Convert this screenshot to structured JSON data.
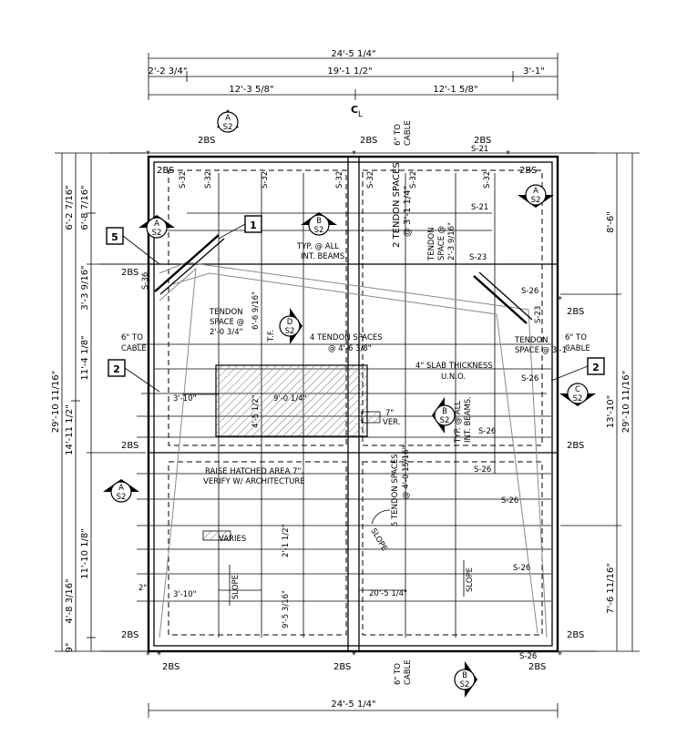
{
  "dimensions": {
    "top_overall": "24'-5 1/4\"",
    "top_left": "2'-2 3/4\"",
    "top_middle": "19'-1 1/2\"",
    "top_right": "3'-1\"",
    "top_half_left": "12'-3 5/8\"",
    "top_half_right": "12'-1 5/8\"",
    "bottom_overall": "24'-5 1/4\"",
    "left_overall": "29'-10 11/16\"",
    "left_upper": "14'-11 1/2\"",
    "left_a": "6'-2 7/16\"",
    "left_b": "6'-8 7/16\"",
    "left_c": "3'-3 9/16\"",
    "left_d": "11'-4 1/8\"",
    "left_e": "11'-10 1/8\"",
    "left_f": "4'-8 3/16\"",
    "left_g": "9\"",
    "right_overall": "29'-10 11/16\"",
    "right_a": "8'-6\"",
    "right_b": "13'-10\"",
    "right_c": "7'-6 11/16\""
  },
  "labels": {
    "bs": "2BS",
    "centerline": "C",
    "centerline_sub": "L",
    "tendon_2": "2 TENDON SPACES",
    "tendon_2_sub": "@ 3'-1 1/4\"",
    "tendon_space_a": "TENDON",
    "tendon_space_a2": "SPACE @",
    "tendon_space_a3": "2'-3 9/16\"",
    "tendon_space_b": "TENDON",
    "tendon_space_b2": "SPACE @",
    "tendon_space_b3": "2'-0 3/4\"",
    "tendon_space_c": "TENDON",
    "tendon_space_c2": "SPACE @ 3'-1\"",
    "tendon_4": "4 TENDON SPACES",
    "tendon_4_sub": "@ 4'-6 3/8\"",
    "tendon_5": "5 TENDON SPACES",
    "tendon_5_sub": "@ 4'-0 15/16\"",
    "typ_all": "TYP. @ ALL",
    "int_beams": "INT. BEAMS.",
    "slab": "4\" SLAB THICKNESS",
    "uno": "U.N.O.",
    "raise_1": "RAISE HATCHED AREA 7\".",
    "raise_2": "VERIFY W/ ARCHITECTURE",
    "to_cable": "6\" TO",
    "cable": "CABLE",
    "ver": "VER.",
    "seven": "7\"",
    "varies": "VARIES",
    "slope": "SLOPE",
    "dim_310_a": "3'-10\"",
    "dim_310_b": "3'-10\"",
    "dim_90": "9'-0 1/4\"",
    "dim_453": "4'-5 1/2\"",
    "dim_669": "6'-6 9/16\"",
    "dim_211": "2'-1 1/2\"",
    "dim_953": "9'-5 3/16\"",
    "dim_2051": "20'-5 1/4\"",
    "dim_2": "2\"",
    "tf": "T.F.",
    "s21": "S-21",
    "s23": "S-23",
    "s26": "S-26",
    "s32": "S-32",
    "s36": "S-36",
    "callout_1": "1",
    "callout_2": "2",
    "callout_5": "5",
    "sec_a": "A",
    "sec_b": "B",
    "sec_c": "C",
    "sec_d": "D",
    "sec_sheet": "S2"
  }
}
